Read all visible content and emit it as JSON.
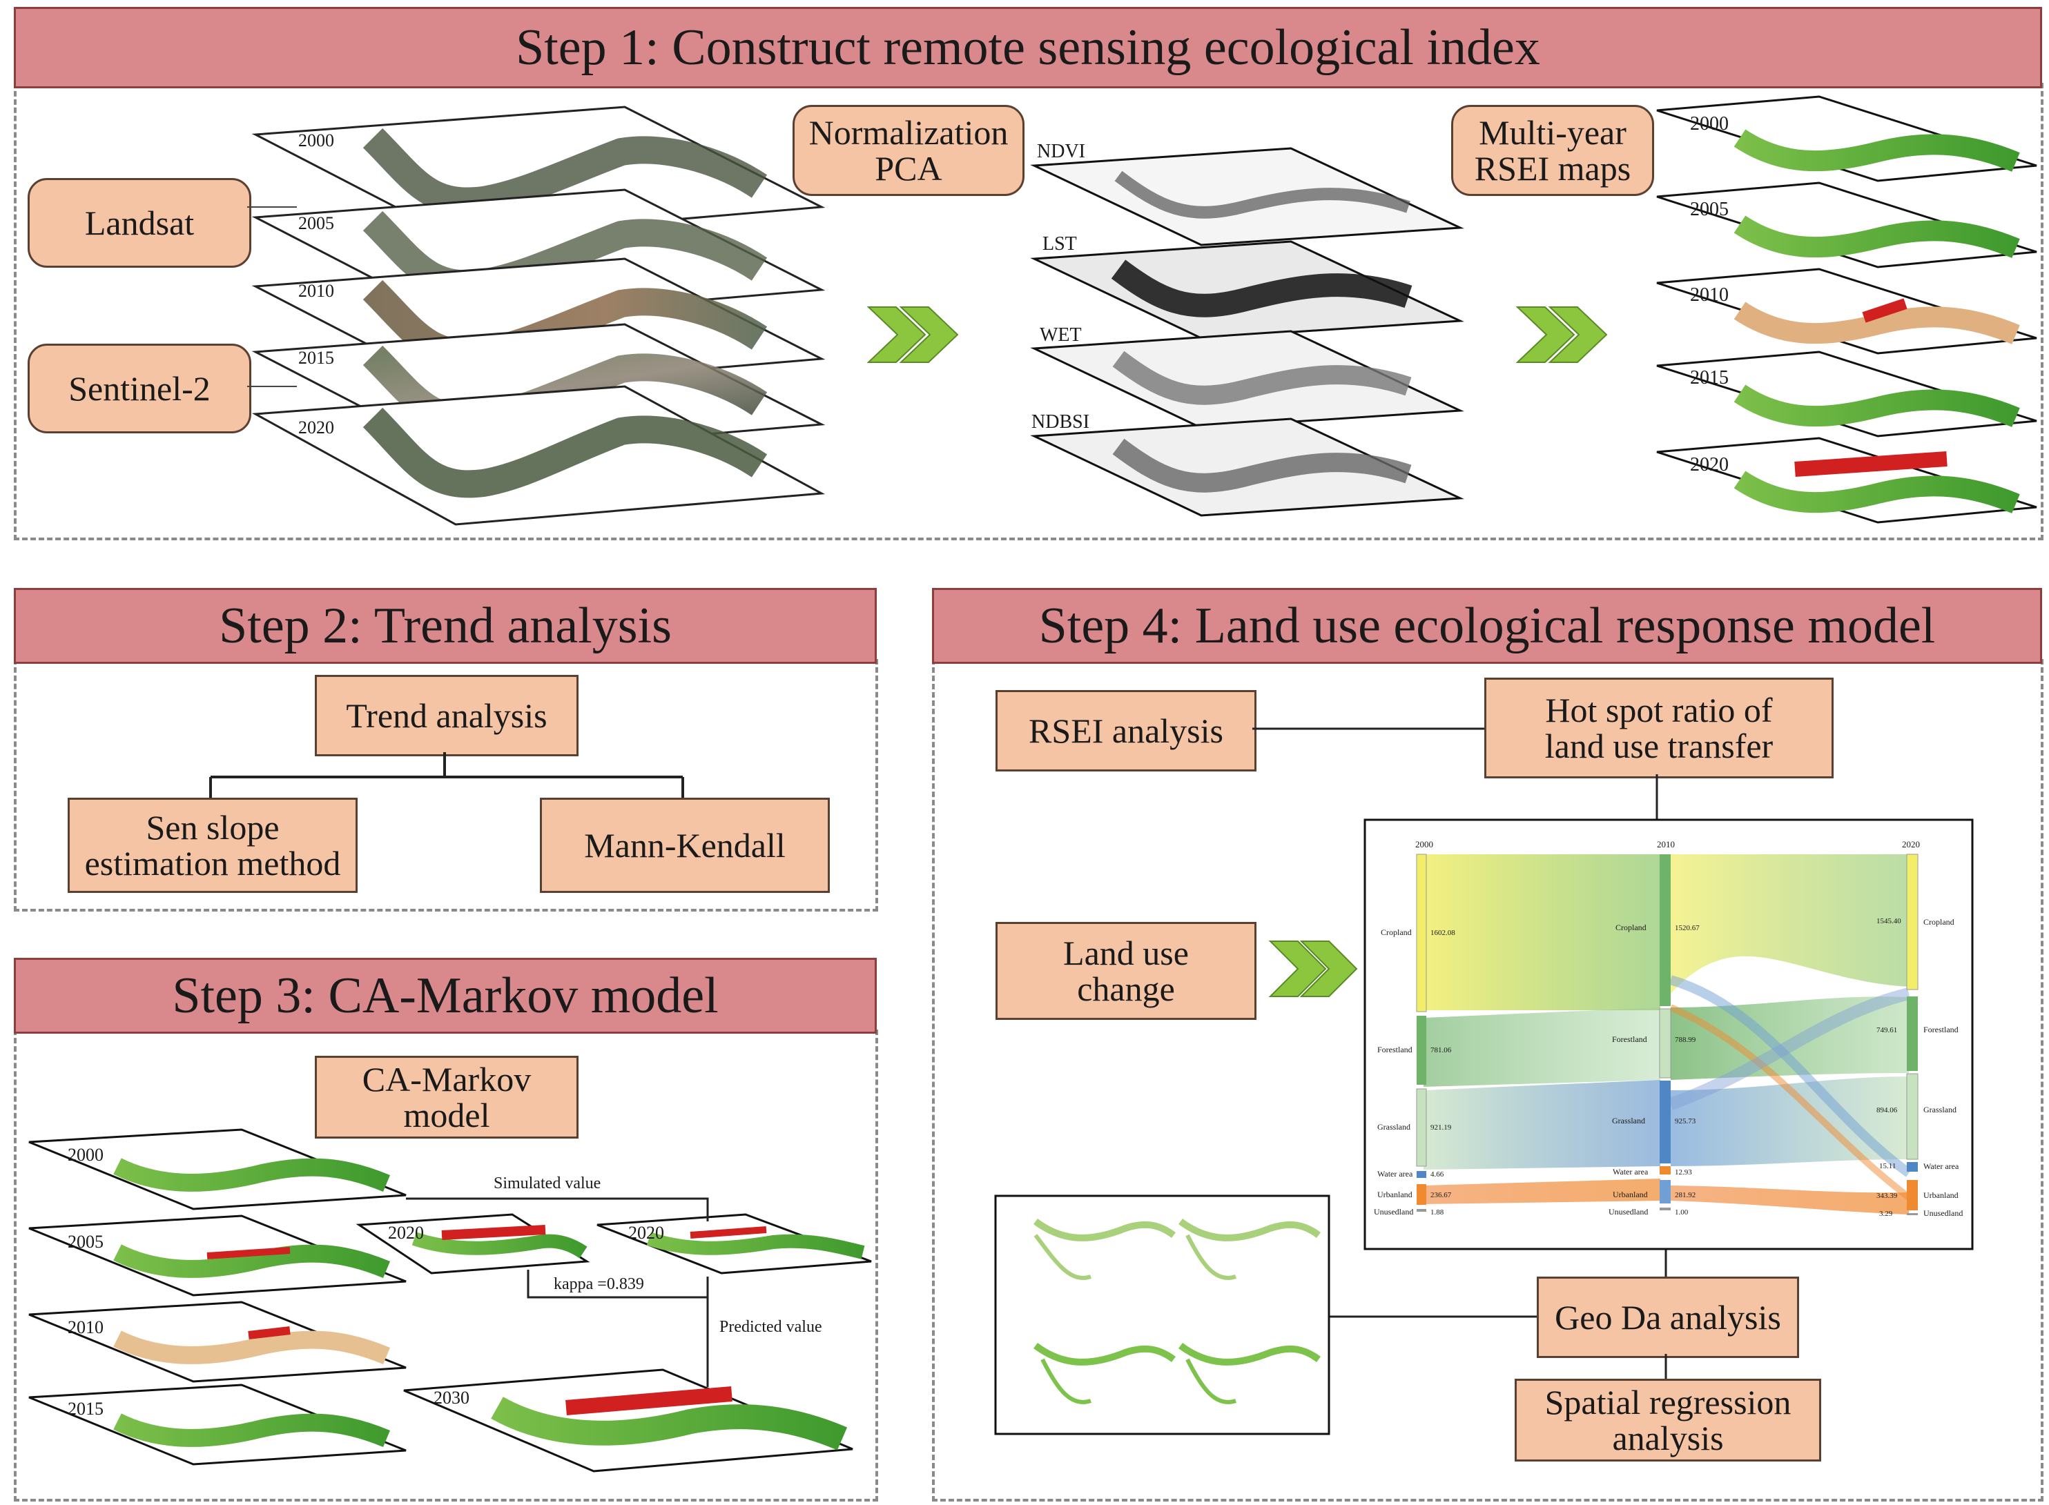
{
  "step1": {
    "title": "Step 1: Construct remote sensing ecological index",
    "sources": [
      "Landsat",
      "Sentinel-2"
    ],
    "years": [
      "2000",
      "2005",
      "2010",
      "2015",
      "2020"
    ],
    "norm_box": "Normalization\nPCA",
    "indices": [
      "NDVI",
      "LST",
      "WET",
      "NDBSI"
    ],
    "rsei_box": "Multi-year\nRSEI maps",
    "rsei_years": [
      "2000",
      "2005",
      "2010",
      "2015",
      "2020"
    ]
  },
  "step2": {
    "title": "Step 2: Trend analysis",
    "root": "Trend analysis",
    "left": "Sen slope\nestimation method",
    "right": "Mann-Kendall"
  },
  "step3": {
    "title": "Step 3: CA-Markov model",
    "box": "CA-Markov\nmodel",
    "years": [
      "2000",
      "2005",
      "2010",
      "2015"
    ],
    "sim_year": "2020",
    "actual_year": "2020",
    "pred_year": "2030",
    "simulated_label": "Simulated value",
    "kappa_label": "kappa =0.839",
    "predicted_label": "Predicted value"
  },
  "step4": {
    "title": "Step 4: Land use ecological response model",
    "rsei_box": "RSEI analysis",
    "hotspot_box": "Hot spot ratio of\nland use transfer",
    "landuse_box": "Land use\nchange",
    "geoda_box": "Geo Da analysis",
    "spatial_box": "Spatial regression\nanalysis",
    "sankey": {
      "years": [
        "2000",
        "2010",
        "2020"
      ],
      "categories": [
        "Cropland",
        "Forestland",
        "Grassland",
        "Water area",
        "Urbanland",
        "Unusedland"
      ],
      "colors": [
        "#f2ee6a",
        "#6fb36a",
        "#a9cfa0",
        "#4f86c4",
        "#f08a30",
        "#999999"
      ],
      "values_2000": [
        "1602.08",
        "781.06",
        "921.19",
        "4.66",
        "236.67",
        "1.88"
      ],
      "values_2010": [
        "1520.67",
        "788.99",
        "925.73",
        "12.93",
        "281.92",
        "1.00"
      ],
      "values_2020": [
        "1545.40",
        "749.61",
        "894.06",
        "15.11",
        "343.39",
        "3.29"
      ]
    }
  },
  "colors": {
    "title_fill": "#d9898c",
    "box_fill": "#f4c4a4",
    "chevron": "#8cc63f"
  }
}
